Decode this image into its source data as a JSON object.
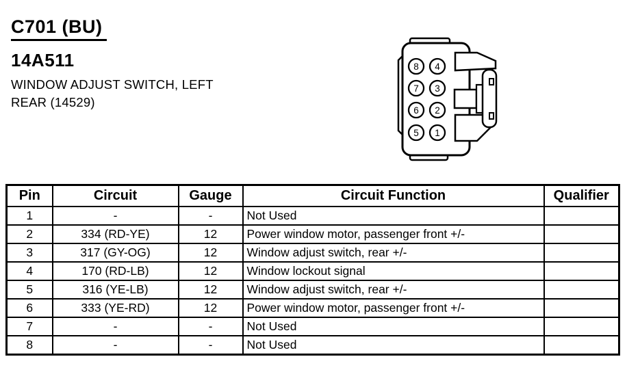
{
  "header": {
    "connector_id": "C701 (BU)",
    "part_number": "14A511",
    "description_line1": "WINDOW ADJUST SWITCH, LEFT",
    "description_line2": "REAR (14529)"
  },
  "connector_diagram": {
    "pins_left_column": [
      "8",
      "7",
      "6",
      "5"
    ],
    "pins_right_column": [
      "4",
      "3",
      "2",
      "1"
    ]
  },
  "table": {
    "headers": [
      "Pin",
      "Circuit",
      "Gauge",
      "Circuit Function",
      "Qualifier"
    ],
    "rows": [
      {
        "pin": "1",
        "circuit": "-",
        "gauge": "-",
        "function": "Not Used",
        "qualifier": ""
      },
      {
        "pin": "2",
        "circuit": "334 (RD-YE)",
        "gauge": "12",
        "function": "Power window motor, passenger front +/-",
        "qualifier": ""
      },
      {
        "pin": "3",
        "circuit": "317 (GY-OG)",
        "gauge": "12",
        "function": "Window adjust switch, rear +/-",
        "qualifier": ""
      },
      {
        "pin": "4",
        "circuit": "170 (RD-LB)",
        "gauge": "12",
        "function": "Window lockout signal",
        "qualifier": ""
      },
      {
        "pin": "5",
        "circuit": "316 (YE-LB)",
        "gauge": "12",
        "function": "Window adjust switch, rear +/-",
        "qualifier": ""
      },
      {
        "pin": "6",
        "circuit": "333 (YE-RD)",
        "gauge": "12",
        "function": "Power window motor, passenger front +/-",
        "qualifier": ""
      },
      {
        "pin": "7",
        "circuit": "-",
        "gauge": "-",
        "function": "Not Used",
        "qualifier": ""
      },
      {
        "pin": "8",
        "circuit": "-",
        "gauge": "-",
        "function": "Not Used",
        "qualifier": ""
      }
    ]
  },
  "colors": {
    "ink": "#000000",
    "paper": "#ffffff"
  }
}
